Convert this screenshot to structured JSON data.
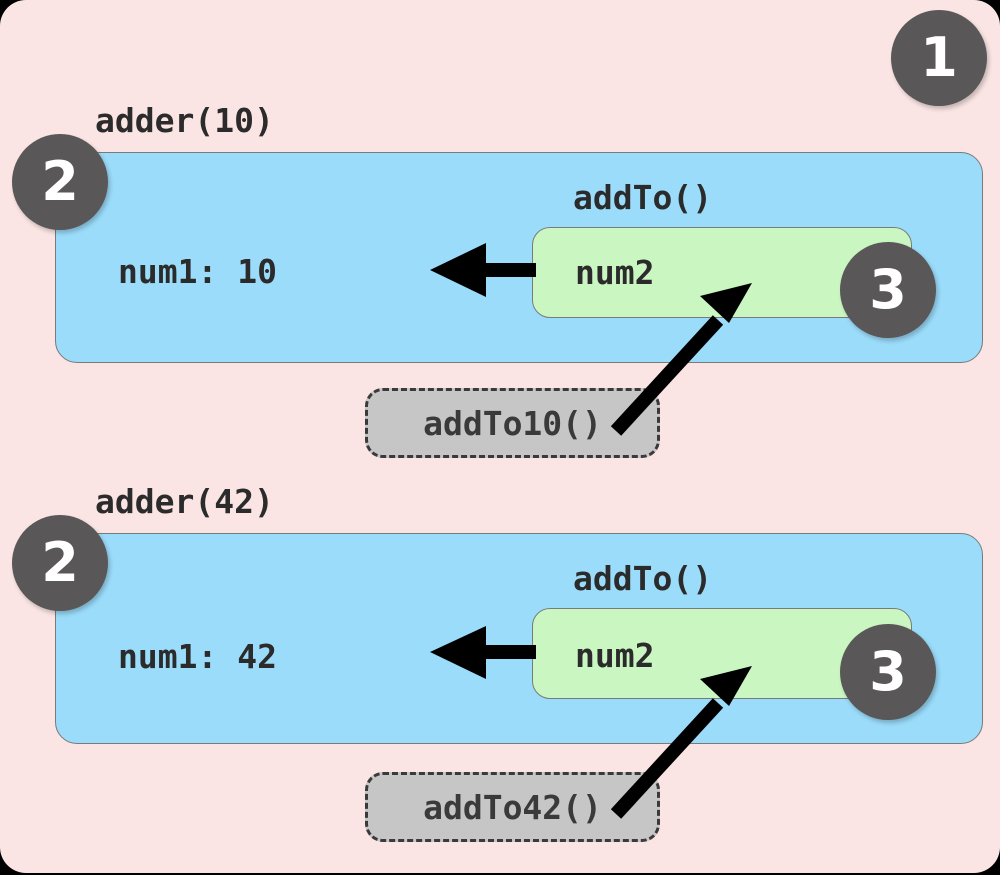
{
  "diagram": {
    "title_badges": [
      {
        "id": "badge-1",
        "label": "1"
      },
      {
        "id": "badge-2-top",
        "label": "2"
      },
      {
        "id": "badge-3-top",
        "label": "3"
      },
      {
        "id": "badge-2-bottom",
        "label": "2"
      },
      {
        "id": "badge-3-bottom",
        "label": "3"
      }
    ],
    "outer": {
      "name": "global-scope",
      "bg_color": "#fae5e4",
      "badge": "1"
    },
    "groups": [
      {
        "call_label": "adder(10)",
        "badge": "2",
        "scope_color": "#9bdcfb",
        "variable": "num1: 10",
        "inner_function_label": "addTo()",
        "inner_badge": "3",
        "inner_color": "#caf7c1",
        "inner_variable": "num2",
        "reference_label": "addTo10()",
        "reference_color": "#c6c6c6"
      },
      {
        "call_label": "adder(42)",
        "badge": "2",
        "scope_color": "#9bdcfb",
        "variable": "num1: 42",
        "inner_function_label": "addTo()",
        "inner_badge": "3",
        "inner_color": "#caf7c1",
        "inner_variable": "num2",
        "reference_label": "addTo42()",
        "reference_color": "#c6c6c6"
      }
    ],
    "arrows": [
      {
        "name": "closure-ref-arrow-top",
        "from": "num2",
        "to": "num1: 10",
        "direction": "left"
      },
      {
        "name": "binding-arrow-top",
        "from": "addTo10()",
        "to": "num2",
        "direction": "up-right"
      },
      {
        "name": "closure-ref-arrow-bottom",
        "from": "num2",
        "to": "num1: 42",
        "direction": "left"
      },
      {
        "name": "binding-arrow-bottom",
        "from": "addTo42()",
        "to": "num2",
        "direction": "up-right"
      }
    ]
  }
}
